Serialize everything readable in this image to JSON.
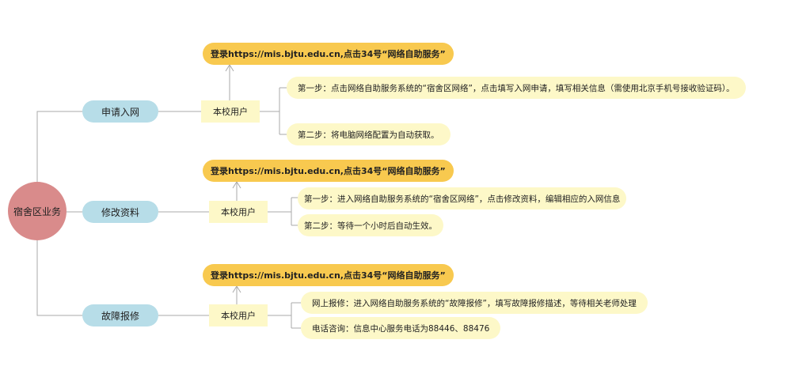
{
  "root": {
    "label": "宿舍区业务"
  },
  "branches": [
    {
      "category": "申请入网",
      "user": "本校用户",
      "login": "登录https://mis.bjtu.edu.cn,点击34号“网络自助服务”",
      "steps": [
        "第一步：点击网络自助服务系统的“宿舍区网络”，点击填写入网申请，填写相关信息（需使用北京手机号接收验证码）。",
        "第二步：将电脑网络配置为自动获取。"
      ]
    },
    {
      "category": "修改资料",
      "user": "本校用户",
      "login": "登录https://mis.bjtu.edu.cn,点击34号“网络自助服务”",
      "steps": [
        "第一步：进入网络自助服务系统的“宿舍区网络”，点击修改资料，编辑相应的入网信息",
        "第二步：等待一个小时后自动生效。"
      ]
    },
    {
      "category": "故障报修",
      "user": "本校用户",
      "login": "登录https://mis.bjtu.edu.cn,点击34号“网络自助服务”",
      "steps": [
        "网上报修：进入网络自助服务系统的“故障报修”，填写故障报修描述，等待相关老师处理",
        "电话咨询：信息中心服务电话为88446、88476"
      ]
    }
  ]
}
